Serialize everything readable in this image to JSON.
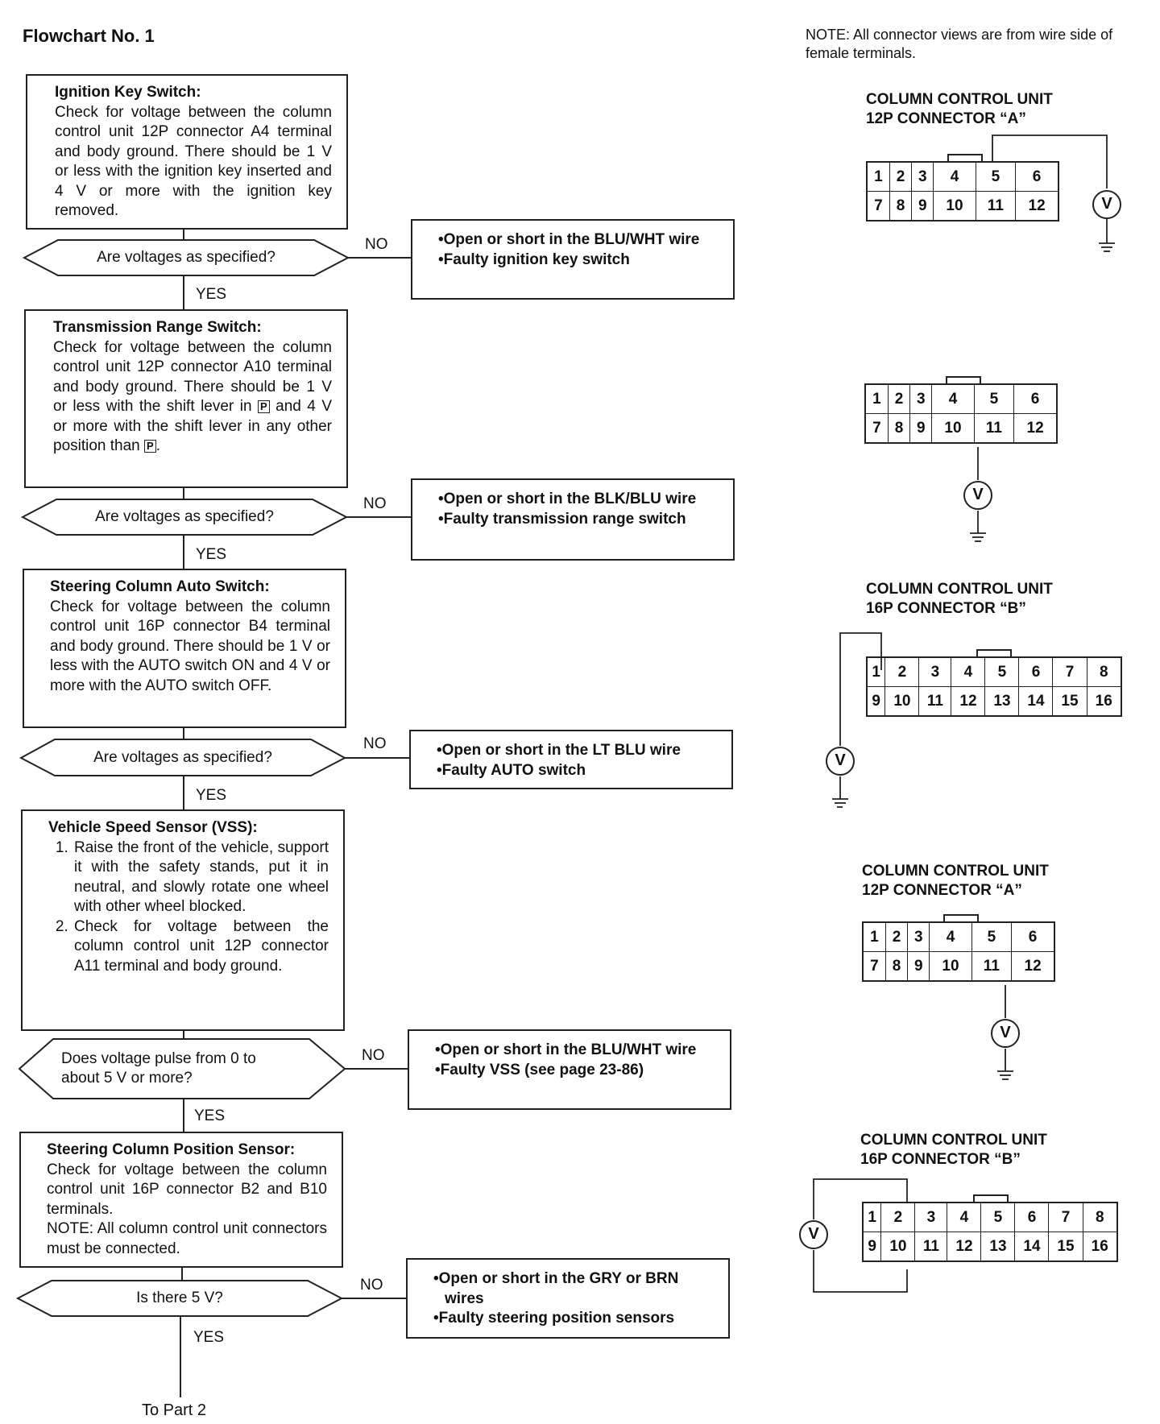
{
  "title": "Flowchart No. 1",
  "note": "NOTE: All connector views are from wire side of female terminals.",
  "steps": [
    {
      "heading": "Ignition Key Switch:",
      "body": "Check for voltage between the column control unit 12P connector A4 terminal and body ground. There should be 1 V or less with the ignition key inserted and 4 V or more with the ignition key removed.",
      "question": "Are voltages as specified?",
      "no_label": "NO",
      "yes_label": "YES",
      "results": [
        "Open or short in the BLU/WHT wire",
        "Faulty ignition key switch"
      ]
    },
    {
      "heading": "Transmission Range Switch:",
      "body_parts": [
        "Check for voltage between the column control unit 12P connector A10 terminal and body ground. There should be 1 V or less with the shift lever in ",
        "P",
        " and 4 V or more with the shift lever in any other position than ",
        "P",
        "."
      ],
      "question": "Are voltages as specified?",
      "no_label": "NO",
      "yes_label": "YES",
      "results": [
        "Open or short in the BLK/BLU wire",
        "Faulty transmission range switch"
      ]
    },
    {
      "heading": "Steering Column Auto Switch:",
      "body": "Check for voltage between the column control unit 16P connector B4 terminal and body ground. There should be 1 V or less with the AUTO switch ON and 4 V or more with the AUTO switch OFF.",
      "question": "Are voltages as specified?",
      "no_label": "NO",
      "yes_label": "YES",
      "results": [
        "Open or short in the LT BLU wire",
        "Faulty AUTO switch"
      ]
    },
    {
      "heading": "Vehicle Speed Sensor (VSS):",
      "list": [
        "Raise the front of the vehicle, support it with the safety stands, put it in neutral, and slowly rotate one wheel with other wheel blocked.",
        "Check for voltage between the column control unit 12P connector A11 terminal and body ground."
      ],
      "question": "Does voltage pulse from 0 to about 5 V or more?",
      "no_label": "NO",
      "yes_label": "YES",
      "results": [
        "Open or short in the BLU/WHT wire",
        "Faulty VSS (see page 23-86)"
      ]
    },
    {
      "heading": "Steering Column Position Sensor:",
      "body": "Check for voltage between the column control unit 16P connector B2 and B10 terminals.",
      "body_note": "NOTE: All column control unit connectors must be connected.",
      "question": "Is there 5 V?",
      "no_label": "NO",
      "yes_label": "YES",
      "results": [
        "Open or short in the GRY or BRN wires",
        "Faulty steering position sensors"
      ]
    }
  ],
  "end_label": "To Part 2",
  "connectors": [
    {
      "title": [
        "COLUMN CONTROL UNIT",
        "12P CONNECTOR “A”"
      ],
      "rows": [
        [
          "1",
          "2",
          "3",
          "4",
          "5",
          "6"
        ],
        [
          "7",
          "8",
          "9",
          "10",
          "11",
          "12"
        ]
      ],
      "meter": "V"
    },
    {
      "title": [],
      "rows": [
        [
          "1",
          "2",
          "3",
          "4",
          "5",
          "6"
        ],
        [
          "7",
          "8",
          "9",
          "10",
          "11",
          "12"
        ]
      ],
      "meter": "V"
    },
    {
      "title": [
        "COLUMN CONTROL UNIT",
        "16P CONNECTOR “B”"
      ],
      "rows": [
        [
          "1",
          "2",
          "3",
          "4",
          "5",
          "6",
          "7",
          "8"
        ],
        [
          "9",
          "10",
          "11",
          "12",
          "13",
          "14",
          "15",
          "16"
        ]
      ],
      "meter": "V"
    },
    {
      "title": [
        "COLUMN CONTROL UNIT",
        "12P CONNECTOR “A”"
      ],
      "rows": [
        [
          "1",
          "2",
          "3",
          "4",
          "5",
          "6"
        ],
        [
          "7",
          "8",
          "9",
          "10",
          "11",
          "12"
        ]
      ],
      "meter": "V"
    },
    {
      "title": [
        "COLUMN CONTROL UNIT",
        "16P CONNECTOR “B”"
      ],
      "rows": [
        [
          "1",
          "2",
          "3",
          "4",
          "5",
          "6",
          "7",
          "8"
        ],
        [
          "9",
          "10",
          "11",
          "12",
          "13",
          "14",
          "15",
          "16"
        ]
      ],
      "meter": "V"
    }
  ]
}
